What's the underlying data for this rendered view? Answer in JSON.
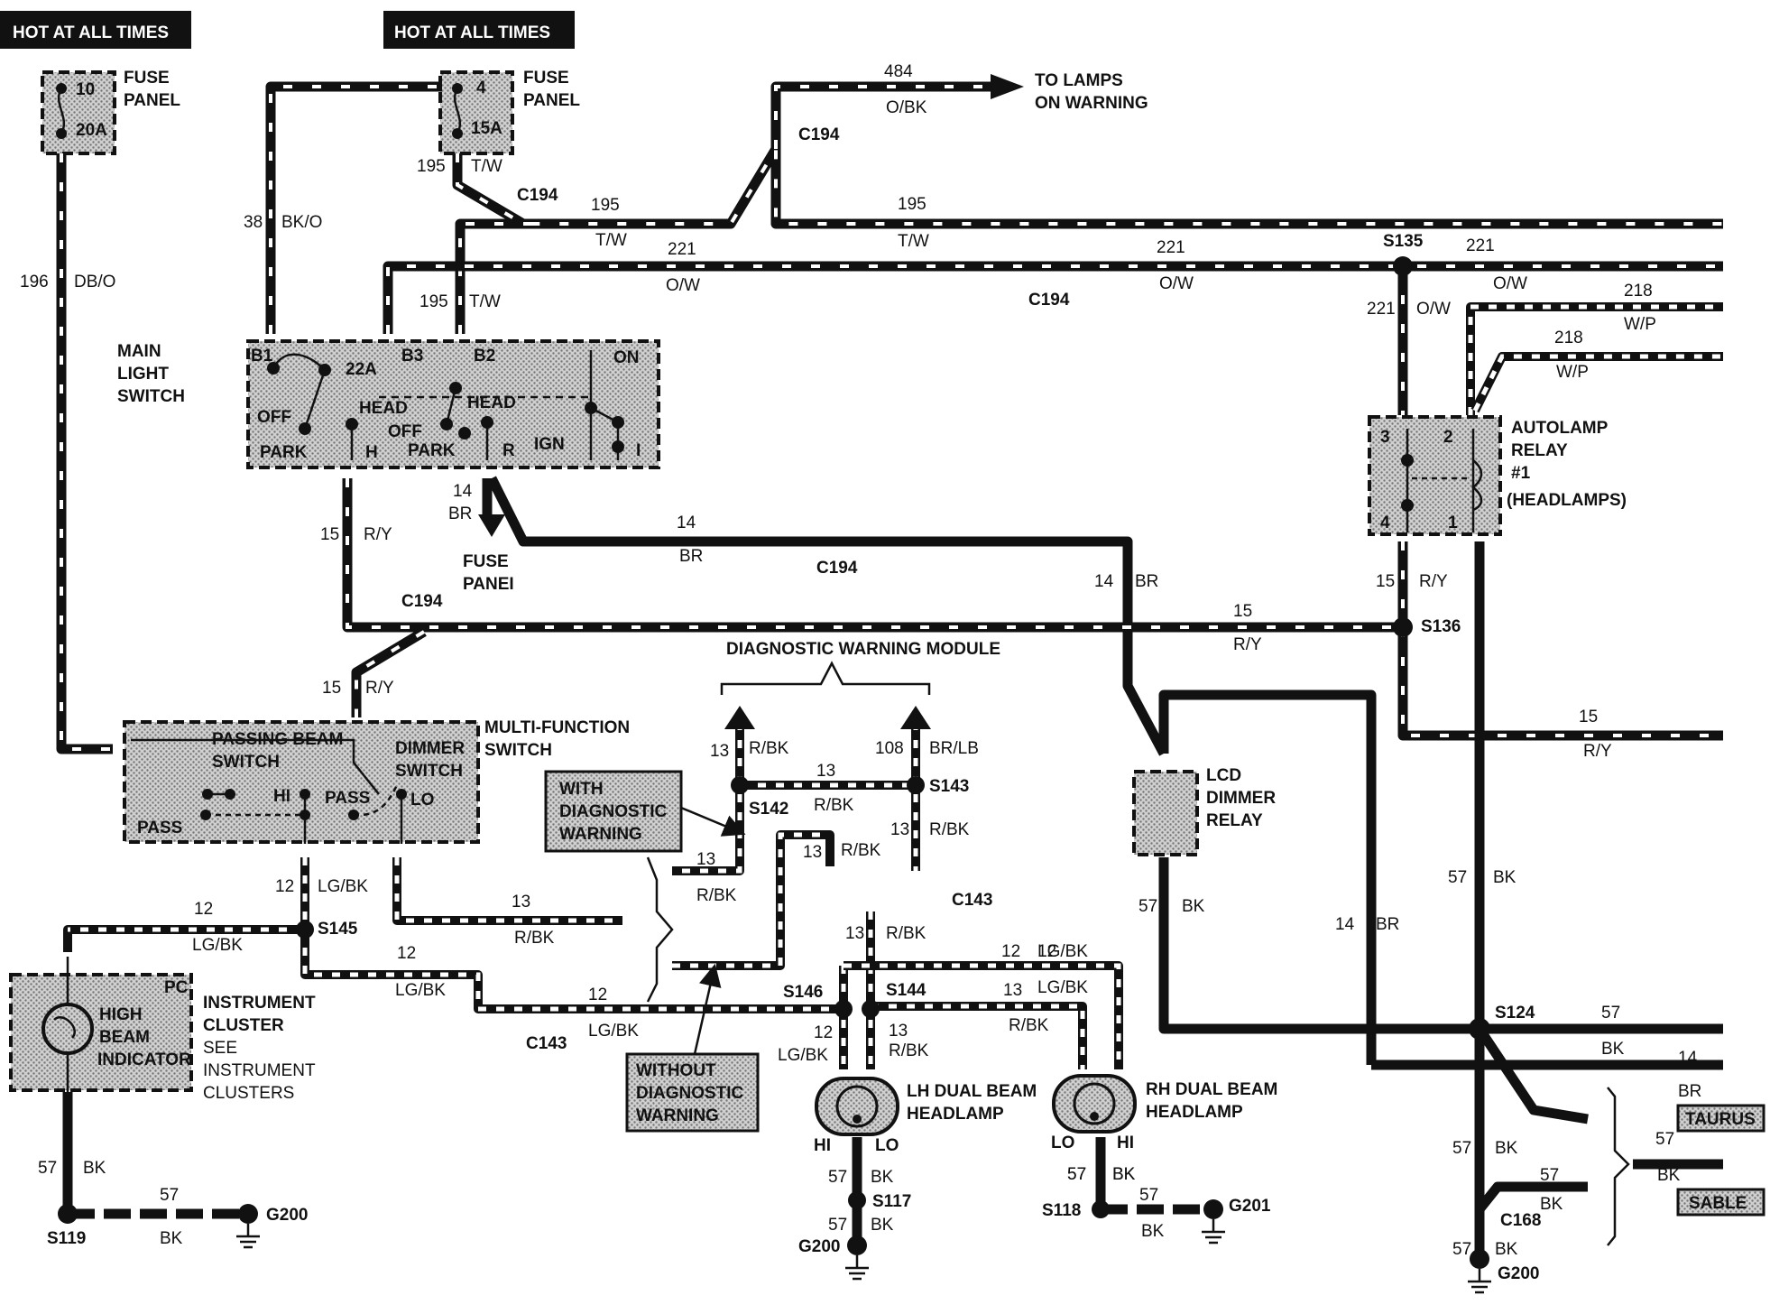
{
  "banners": {
    "hot1": "HOT AT ALL TIMES",
    "hot2": "HOT AT ALL TIMES"
  },
  "fuse_panels": {
    "left": {
      "label1": "FUSE",
      "label2": "PANEL",
      "num": "10",
      "amps": "20A"
    },
    "right": {
      "label1": "FUSE",
      "label2": "PANEL",
      "num": "4",
      "amps": "15A"
    }
  },
  "destinations": {
    "lamps_on_1": "TO LAMPS",
    "lamps_on_2": "ON WARNING",
    "fuse_panel_1": "FUSE",
    "fuse_panel_2": "PANEI"
  },
  "components": {
    "main_light_switch": [
      "MAIN",
      "LIGHT",
      "SWITCH"
    ],
    "mls_terms": {
      "b1": "B1",
      "a22": "22A",
      "b3": "B3",
      "b2": "B2",
      "on": "ON",
      "off1": "OFF",
      "head1": "HEAD",
      "park1": "PARK",
      "h": "H",
      "off2": "OFF",
      "head2": "HEAD",
      "park2": "PARK",
      "r": "R",
      "ign": "IGN",
      "i": "I"
    },
    "autolamp": [
      "AUTOLAMP",
      "RELAY",
      "#1",
      "(HEADLAMPS)"
    ],
    "autolamp_pins": {
      "p3": "3",
      "p2": "2",
      "p4": "4",
      "p1": "1"
    },
    "multi_function": [
      "MULTI-FUNCTION",
      "SWITCH"
    ],
    "mfs_parts": {
      "passing_beam": "PASSING BEAM",
      "switch": "SWITCH",
      "dimmer": "DIMMER",
      "dimmer_switch": "SWITCH",
      "hi": "HI",
      "pass1": "PASS",
      "lo": "LO",
      "pass2": "PASS"
    },
    "diag_module": "DIAGNOSTIC WARNING MODULE",
    "with_diag": [
      "WITH",
      "DIAGNOSTIC",
      "WARNING"
    ],
    "without_diag": [
      "WITHOUT",
      "DIAGNOSTIC",
      "WARNING"
    ],
    "lcd_relay": [
      "LCD",
      "DIMMER",
      "RELAY"
    ],
    "cluster": {
      "pc": "PC",
      "inner": [
        "HIGH",
        "BEAM",
        "INDICATOR"
      ],
      "label": [
        "INSTRUMENT",
        "CLUSTER",
        "SEE",
        "INSTRUMENT",
        "CLUSTERS"
      ]
    },
    "lh_headlamp": [
      "LH DUAL BEAM",
      "HEADLAMP"
    ],
    "rh_headlamp": [
      "RH DUAL BEAM",
      "HEADLAMP"
    ],
    "lh_pins": {
      "hi": "HI",
      "lo": "LO"
    },
    "rh_pins": {
      "lo": "LO",
      "hi": "HI"
    },
    "taurus": "TAURUS",
    "sable": "SABLE"
  },
  "connectors": {
    "c194_a": "C194",
    "c194_b": "C194",
    "c194_c": "C194",
    "c194_d": "C194",
    "c194_e": "C194",
    "c143_a": "C143",
    "c143_b": "C143",
    "c168": "C168"
  },
  "splices": {
    "s135": "S135",
    "s136": "S136",
    "s142": "S142",
    "s143": "S143",
    "s145": "S145",
    "s146": "S146",
    "s144": "S144",
    "s124": "S124",
    "s117": "S117",
    "s118": "S118",
    "s119": "S119"
  },
  "grounds": {
    "g200a": "G200",
    "g200b": "G200",
    "g200c": "G200",
    "g201": "G201"
  },
  "wires": {
    "w196": {
      "num": "196",
      "color": "DB/O"
    },
    "w38": {
      "num": "38",
      "color": "BK/O"
    },
    "w195a": {
      "num": "195",
      "color": "T/W"
    },
    "w195b": {
      "num": "195",
      "color": "T/W"
    },
    "w195c": {
      "num": "195",
      "color": "T/W"
    },
    "w195d": {
      "num": "195",
      "color": "T/W"
    },
    "w484": {
      "num": "484",
      "color": "O/BK"
    },
    "w221a": {
      "num": "221",
      "color": "O/W"
    },
    "w221b": {
      "num": "221",
      "color": "O/W"
    },
    "w221c": {
      "num": "221",
      "color": "O/W"
    },
    "w221d": {
      "num": "221",
      "color": "O/W"
    },
    "w218a": {
      "num": "218",
      "color": "W/P"
    },
    "w218b": {
      "num": "218",
      "color": "W/P"
    },
    "w14a": {
      "num": "14",
      "color": "BR"
    },
    "w14b": {
      "num": "14",
      "color": "BR"
    },
    "w14c": {
      "num": "14",
      "color": "BR"
    },
    "w14d": {
      "num": "14",
      "color": "BR"
    },
    "w14e": {
      "num": "14",
      "color": "BR"
    },
    "w15a": {
      "num": "15",
      "color": "R/Y"
    },
    "w15b": {
      "num": "15",
      "color": "R/Y"
    },
    "w15c": {
      "num": "15",
      "color": "R/Y"
    },
    "w15d": {
      "num": "15",
      "color": "R/Y"
    },
    "w15e": {
      "num": "15",
      "color": "R/Y"
    },
    "w13a": {
      "num": "13",
      "color": "R/BK"
    },
    "w13b": {
      "num": "13",
      "color": "R/BK"
    },
    "w13c": {
      "num": "13",
      "color": "R/BK"
    },
    "w13d": {
      "num": "13",
      "color": "R/BK"
    },
    "w13e": {
      "num": "13",
      "color": "R/BK"
    },
    "w13f": {
      "num": "13",
      "color": "R/BK"
    },
    "w13g": {
      "num": "13",
      "color": "R/BK"
    },
    "w13h": {
      "num": "13",
      "color": "R/BK"
    },
    "w13i": {
      "num": "13",
      "color": "R/BK"
    },
    "w108": {
      "num": "108",
      "color": "BR/LB"
    },
    "w12a": {
      "num": "12",
      "color": "LG/BK"
    },
    "w12b": {
      "num": "12",
      "color": "LG/BK"
    },
    "w12c": {
      "num": "12",
      "color": "LG/BK"
    },
    "w12d": {
      "num": "12",
      "color": "LG/BK"
    },
    "w12e": {
      "num": "12",
      "color": "LG/BK"
    },
    "w12f": {
      "num": "12",
      "color": "LG/BK"
    },
    "w12g": {
      "num": "12",
      "color": "LG/BK"
    },
    "w57a": {
      "num": "57",
      "color": "BK"
    },
    "w57b": {
      "num": "57",
      "color": "BK"
    },
    "w57c": {
      "num": "57",
      "color": "BK"
    },
    "w57d": {
      "num": "57",
      "color": "BK"
    },
    "w57e": {
      "num": "57",
      "color": "BK"
    },
    "w57f": {
      "num": "57",
      "color": "BK"
    },
    "w57g": {
      "num": "57",
      "color": "BK"
    },
    "w57h": {
      "num": "57",
      "color": "BK"
    },
    "w57i": {
      "num": "57",
      "color": "BK"
    },
    "w57j": {
      "num": "57",
      "color": "BK"
    },
    "w57k": {
      "num": "57",
      "color": "BK"
    },
    "w57l": {
      "num": "57",
      "color": "BK"
    },
    "w57m": {
      "num": "57",
      "color": "BK"
    },
    "w57n": {
      "num": "57",
      "color": "BK"
    }
  }
}
